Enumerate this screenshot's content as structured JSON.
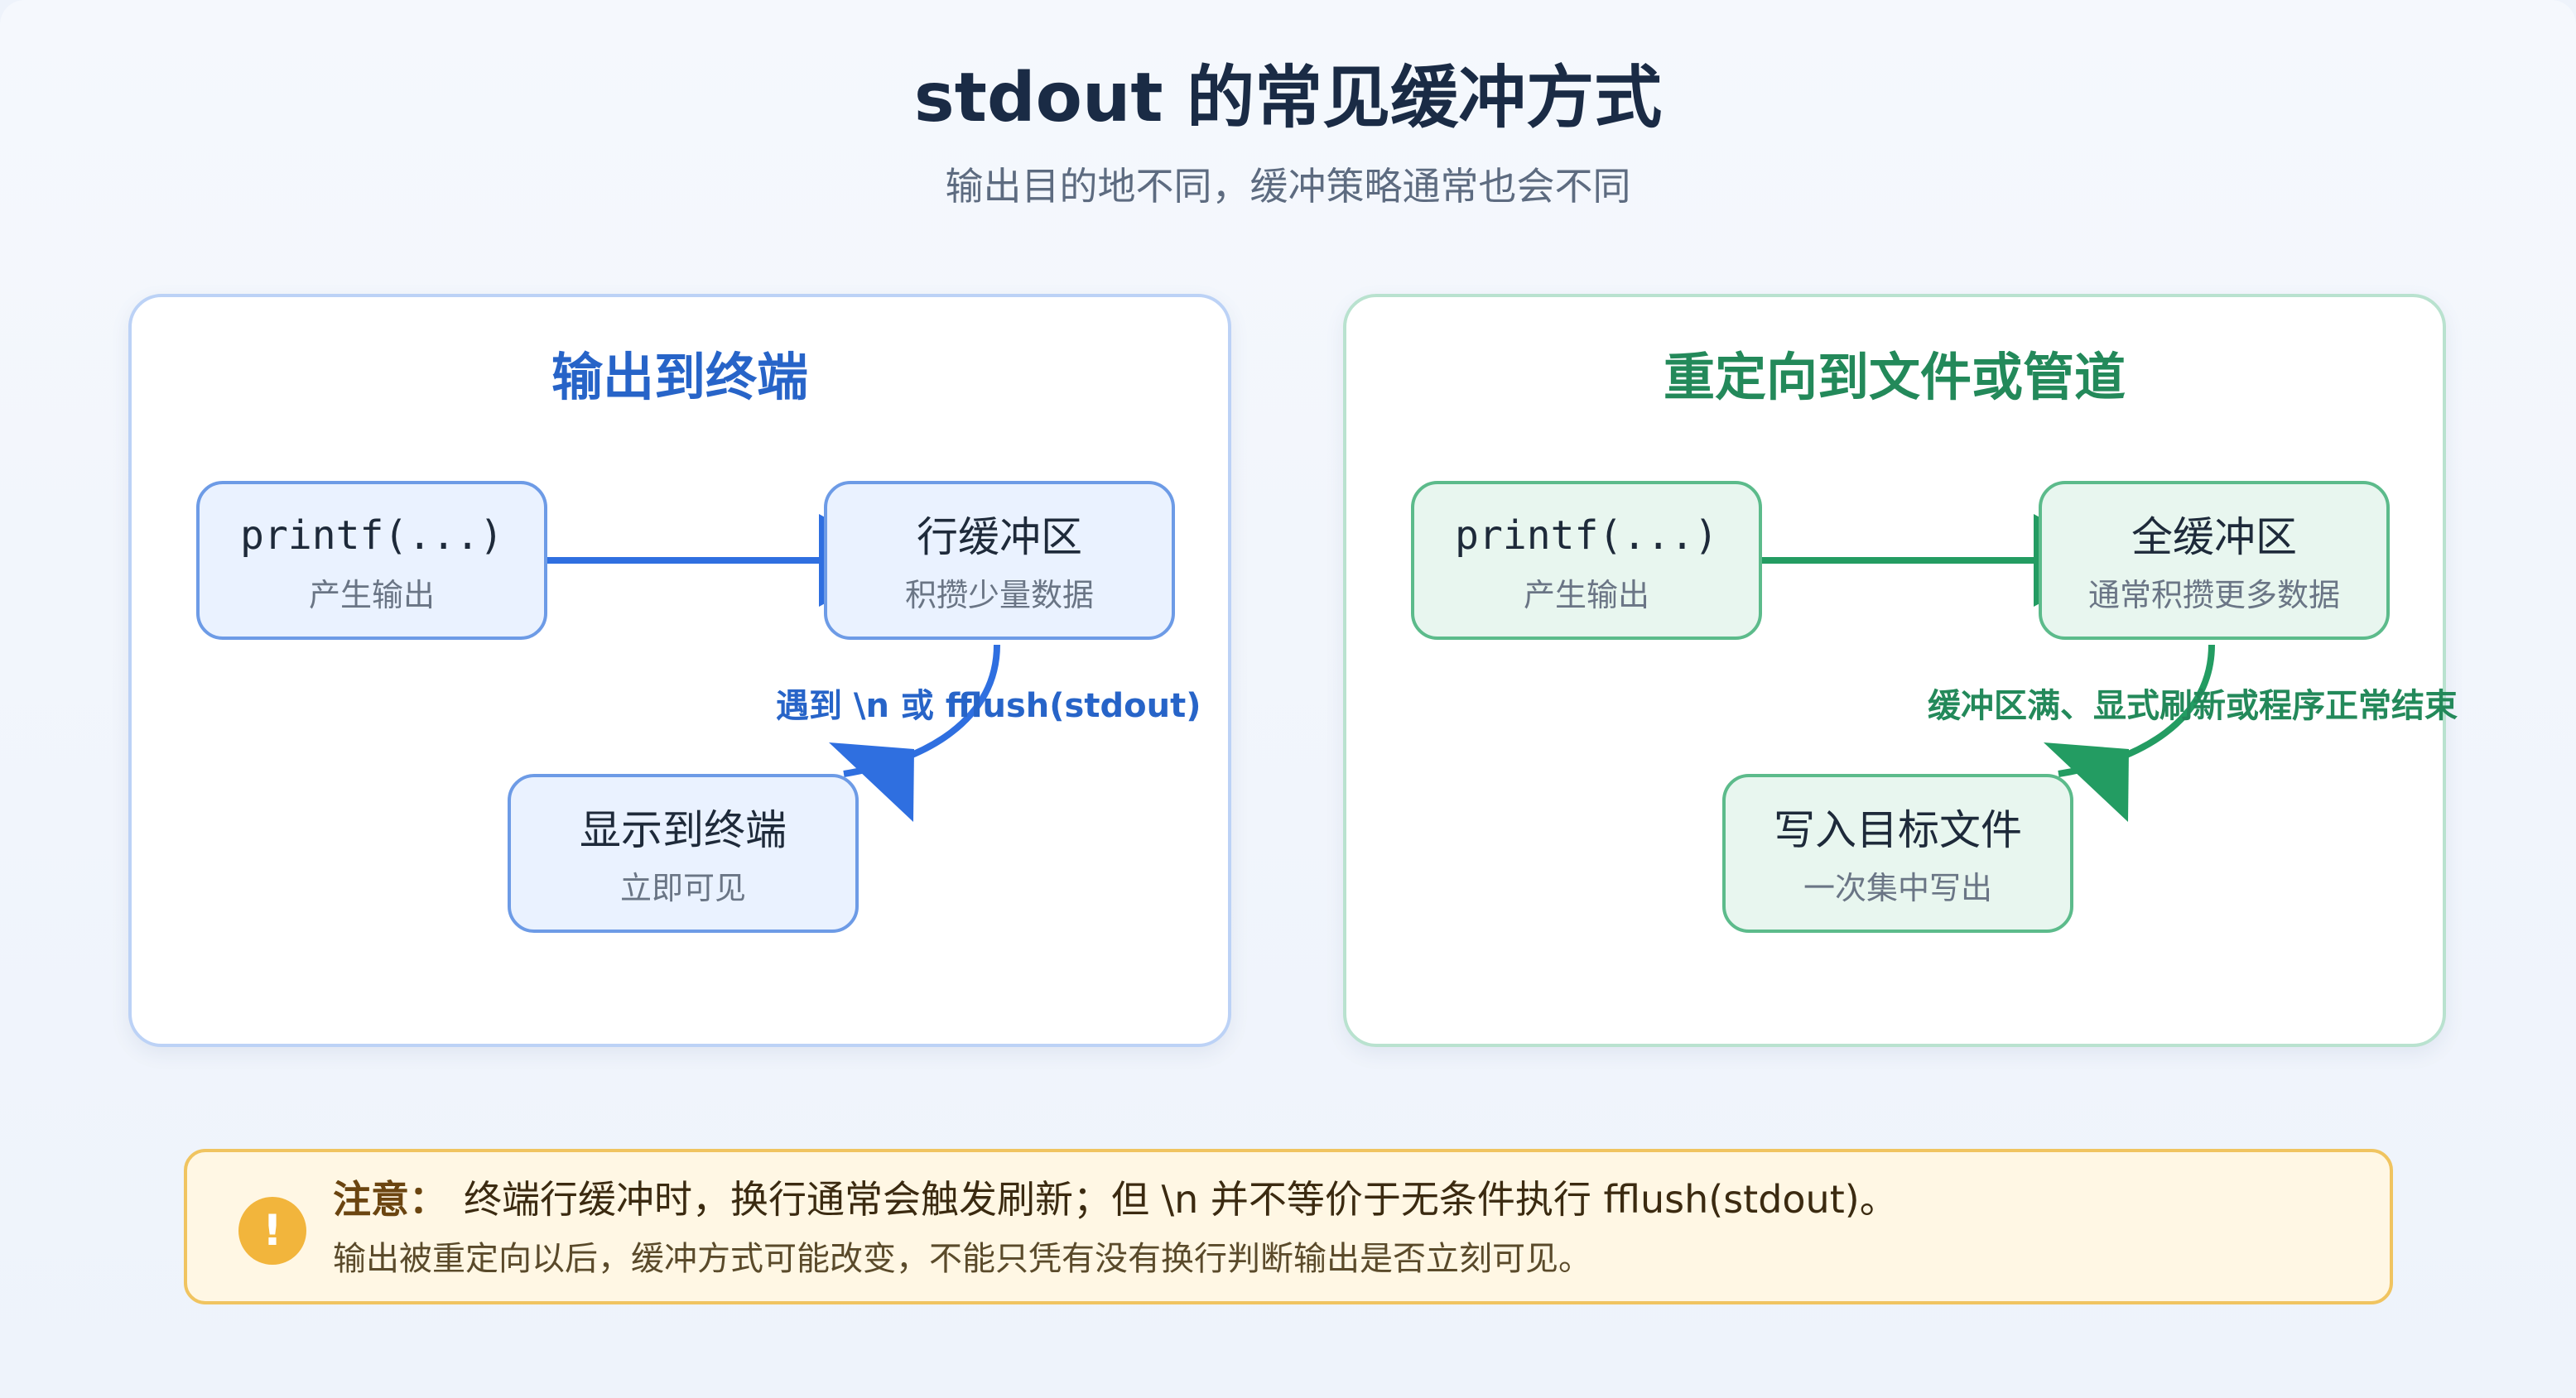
{
  "header": {
    "title": "stdout 的常见缓冲方式",
    "subtitle": "输出目的地不同，缓冲策略通常也会不同"
  },
  "panels": [
    {
      "title": "输出到终端",
      "accent": "#2f6fe0",
      "nodes": [
        {
          "main": "printf(...)",
          "sub": "产生输出"
        },
        {
          "main": "行缓冲区",
          "sub": "积攒少量数据"
        },
        {
          "main": "显示到终端",
          "sub": "立即可见"
        }
      ],
      "edge_label": "遇到 \\n 或 fflush(stdout)"
    },
    {
      "title": "重定向到文件或管道",
      "accent": "#239c62",
      "nodes": [
        {
          "main": "printf(...)",
          "sub": "产生输出"
        },
        {
          "main": "全缓冲区",
          "sub": "通常积攒更多数据"
        },
        {
          "main": "写入目标文件",
          "sub": "一次集中写出"
        }
      ],
      "edge_label": "缓冲区满、显式刷新或程序正常结束"
    }
  ],
  "note": {
    "label": "注意：",
    "line1": "终端行缓冲时，换行通常会触发刷新；但 \\n 并不等价于无条件执行 fflush(stdout)。",
    "line2": "输出被重定向以后，缓冲方式可能改变，不能只凭有没有换行判断输出是否立刻可见。",
    "icon": "exclamation-icon",
    "icon_glyph": "!"
  }
}
